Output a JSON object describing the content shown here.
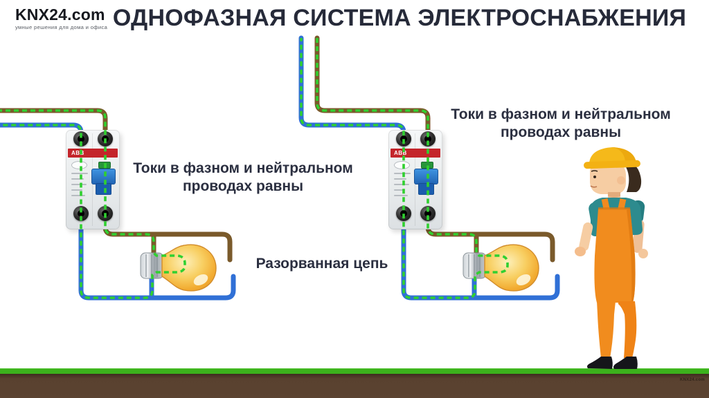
{
  "header": {
    "logo_brand": "KNX24.com",
    "logo_tagline": "умные решения для дома и офиса",
    "title": "ОДНОФАЗНАЯ СИСТЕМА ЭЛЕКТРОСНАБЖЕНИЯ"
  },
  "annotations": {
    "left_note": "Токи в фазном и нейтральном проводах равны",
    "right_note": "Токи в фазном и нейтральном проводах равны",
    "broken_circuit": "Разорванная цепь"
  },
  "devices": {
    "breaker_brand": "ABB"
  },
  "watermark": "KNX24.com",
  "colors": {
    "title_text": "#262a39",
    "breaker_red": "#c4252b",
    "wire_neutral_blue": "#3070d6",
    "wire_phase_brown": "#7a5a2b",
    "current_green": "#30d030",
    "bulb_yellow": "#f2ab31",
    "grass_green": "#3cb11c",
    "soil_brown": "#5a4130",
    "worker_orange": "#f08a1f",
    "helmet_yellow": "#f3b513",
    "shirt_teal": "#2d8b8e"
  }
}
